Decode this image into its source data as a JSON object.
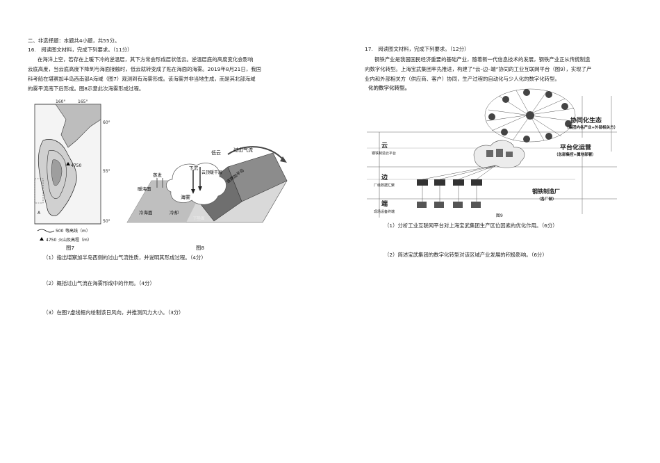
{
  "left": {
    "section_header": "二、非选择题：本题共4小题，共55分。",
    "q16_title": "16.　阅读图文材料，完成下列要求。（11分）",
    "q16_para": [
      "在海洋上空，若存在上暖下冷的逆温层，其下方常会形成层状低云。逆温层底的高度变化会影响",
      "云底高度，当云底高度下降到与海面接触时，低云就转变成了贴在海面的海雾。2019年8月21日，我国",
      "科考船在堪察加半岛西南部A海域（图7）观测到有海雾形成。该海雾并非当地生成，而是其北部海域",
      "的雾平流南下后形成。图8示意此次海雾形成过程。"
    ],
    "map": {
      "lon_labels": [
        "160°",
        "165°"
      ],
      "lat_labels": [
        "60°",
        "55°",
        "50°"
      ],
      "volcano_value": "4750",
      "point_label": "A",
      "legend_contour": "500",
      "legend_contour_text": "等高线（m）",
      "legend_volcano": "4750",
      "legend_volcano_text": "火山及高程（m）",
      "caption": "图7"
    },
    "fig8": {
      "labels": {
        "low_cloud": "低云",
        "mountain_flow": "过山气流",
        "sink": "下沉",
        "cloud_top_dry": "云顶暖干层",
        "warm_sea": "暖海面",
        "evaporation": "蒸发",
        "sea_fog": "海雾",
        "cold_sea": "冷海面",
        "cold_current": "冷却",
        "peninsula": "堪察加半岛",
        "lower_layer": "下垫面"
      },
      "caption": "图8"
    },
    "questions": [
      "（1）指出堪察加半岛西侧的过山气流性质，并说明其形成过程。（4分）",
      "（2）概括过山气流在海雾形成中的作用。（4分）",
      "（3）在图7虚线框内绘制该日风向，并推测风力大小。（3分）"
    ]
  },
  "right": {
    "q17_title": "17.　阅读图文材料，完成下列要求。（12分）",
    "q17_para": [
      "钢铁产业是我国国民经济重要的基础产业，随着新一代信息技术的发展，钢铁产业正从传统制造",
      "向数字化转型。上海宝武集团率先推进，构建了“云–边–端”协同的工业互联网平台（图9），实现了产",
      "业内和外部相关方（供应商、客户）协同，生产过程的自动化与少人化的数字化转型。"
    ],
    "diagram": {
      "top_fragment": "化的数字化转型。",
      "label_ecosystem": "协同化生态",
      "label_ecosystem_sub": "（集团内各产业+外部相关方）",
      "label_cloud": "云",
      "label_cloud_sub": "钢铁制造云平台",
      "label_platform": "平台化运营",
      "label_platform_sub": "（总部集控+属地部署）",
      "label_edge": "边",
      "label_edge_sub": "厂级数据汇聚",
      "label_plant": "钢铁制造厂",
      "label_plant_sub": "（各厂部）",
      "label_end": "端",
      "label_end_sub": "现场设备终端",
      "caption": "图9"
    },
    "questions": [
      "（1）分析工业互联网平台对上海宝武集团生产区位因素的优化作用。（6分）",
      "（2）简述宝武集团的数字化转型对该区域产业发展的积极影响。（6分）"
    ]
  }
}
